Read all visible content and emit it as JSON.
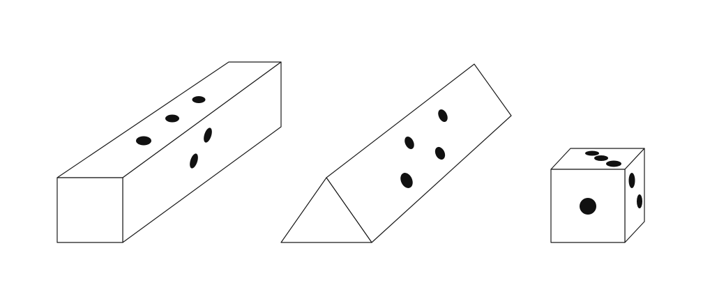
{
  "colors": {
    "line": "#1a1a1a",
    "pip": "#111111",
    "background": "#ffffff"
  },
  "shapes": [
    {
      "name": "square-prism",
      "faces": [
        {
          "name": "end-face",
          "pips": 0
        },
        {
          "name": "top-face",
          "pips": 3
        },
        {
          "name": "side-face",
          "pips": 2
        }
      ]
    },
    {
      "name": "triangular-prism",
      "faces": [
        {
          "name": "end-face",
          "pips": 0
        },
        {
          "name": "slanted-face",
          "pips": 4
        }
      ]
    },
    {
      "name": "cube",
      "faces": [
        {
          "name": "front-face",
          "pips": 1
        },
        {
          "name": "top-face",
          "pips": 3
        },
        {
          "name": "side-face",
          "pips": 2
        }
      ]
    }
  ]
}
